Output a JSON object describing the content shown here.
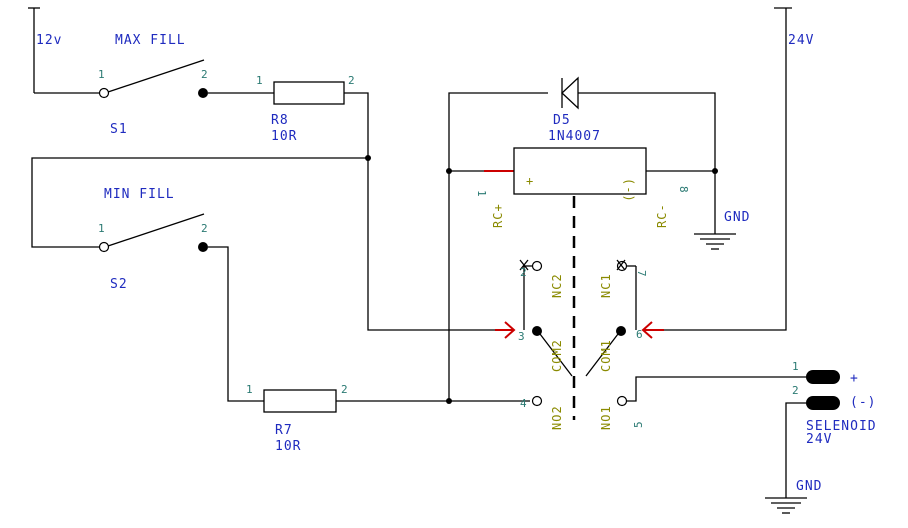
{
  "rails": {
    "v12": "12v",
    "v24": "24V"
  },
  "s1": {
    "title": "MAX FILL",
    "ref": "S1",
    "pin1": "1",
    "pin2": "2"
  },
  "s2": {
    "title": "MIN FILL",
    "ref": "S2",
    "pin1": "1",
    "pin2": "2"
  },
  "r8": {
    "ref": "R8",
    "value": "10R",
    "pin1": "1",
    "pin2": "2"
  },
  "r7": {
    "ref": "R7",
    "value": "10R",
    "pin1": "1",
    "pin2": "2"
  },
  "d5": {
    "ref": "D5",
    "part": "1N4007"
  },
  "relay": {
    "plus": "+",
    "minus": "(-)",
    "coil_pos": "RC+",
    "coil_neg": "RC-",
    "pin_coil_pos": "1",
    "pin_coil_neg": "8",
    "nc2": "NC2",
    "nc1": "NC1",
    "com2": "COM2",
    "com1": "COM1",
    "no2": "NO2",
    "no1": "NO1",
    "pin_nc2": "2",
    "pin_nc1": "7",
    "pin_com2": "3",
    "pin_com1": "6",
    "pin_no2": "4",
    "pin_no1": "5"
  },
  "gnd_top": "GND",
  "gnd_bottom": "GND",
  "solenoid": {
    "name": "SELENOID",
    "voltage": "24V",
    "pin1": "1",
    "pin2": "2",
    "plus": "+",
    "minus": "(-)"
  },
  "colors": {
    "wire": "#000000",
    "label": "#1f2bbf",
    "pin": "#2b7a73",
    "relay_text": "#8a8a00",
    "arrow": "#cc0000"
  }
}
